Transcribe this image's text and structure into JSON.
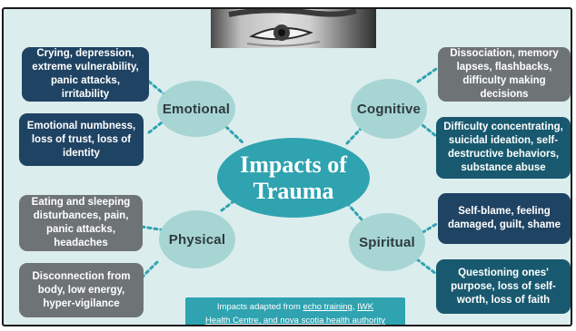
{
  "title": "Impacts of Trauma",
  "categories": {
    "emotional": "Emotional",
    "cognitive": "Cognitive",
    "physical": "Physical",
    "spiritual": "Spiritual"
  },
  "boxes": {
    "emotional_1": "Crying, depression, extreme vulnerability, panic attacks, irritability",
    "emotional_2": "Emotional numbness, loss of trust, loss of identity",
    "cognitive_1": "Dissociation, memory lapses, flashbacks, difficulty making decisions",
    "cognitive_2": "Difficulty concentrating, suicidal ideation, self-destructive behaviors, substance abuse",
    "physical_1": "Eating and sleeping disturbances, pain, panic attacks, headaches",
    "physical_2": "Disconnection from body, low energy, hyper-vigilance",
    "spiritual_1": "Self-blame, feeling damaged, guilt, shame",
    "spiritual_2": "Questioning ones' purpose, loss of self-worth, loss of faith"
  },
  "source": {
    "prefix": "Impacts adapted from ",
    "link1": "echo training",
    "sep": ", ",
    "link2a": "IWK",
    "link2b": "Health Centre, and nova scotia health authority"
  },
  "colors": {
    "background": "#dcedee",
    "center": "#2fa3b0",
    "blob": "#a6d5d4",
    "navy": "#1f4363",
    "teal": "#18596f",
    "grey": "#6e7476"
  },
  "icons": {
    "photo": "eye-photo"
  }
}
